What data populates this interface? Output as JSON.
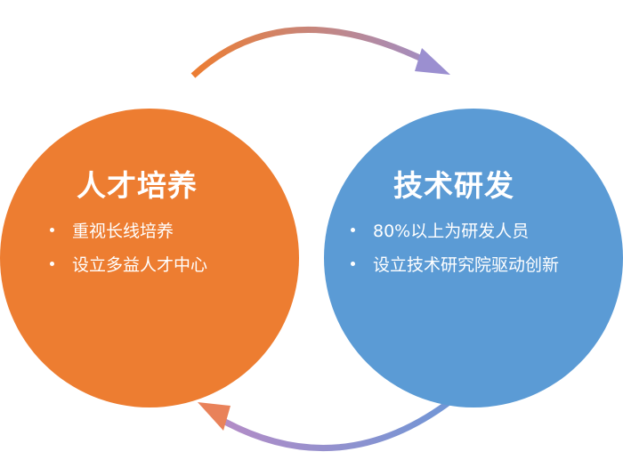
{
  "colors": {
    "left_circle": "#ED7D31",
    "right_circle": "#5B9BD5",
    "arrow_orange": "#ED7D31",
    "arrow_purple": "#9B8FD0",
    "arrow_blue": "#6F96D6",
    "text": "#FFFFFF"
  },
  "left": {
    "title": "人才培养",
    "bullets": [
      "重视长线培养",
      "设立多益人才中心"
    ]
  },
  "right": {
    "title": "技术研发",
    "bullets": [
      "80%以上为研发人员",
      "设立技术研究院驱动创新"
    ]
  },
  "arrows": {
    "top": "curved-arrow-right-icon",
    "bottom": "curved-arrow-left-icon"
  }
}
